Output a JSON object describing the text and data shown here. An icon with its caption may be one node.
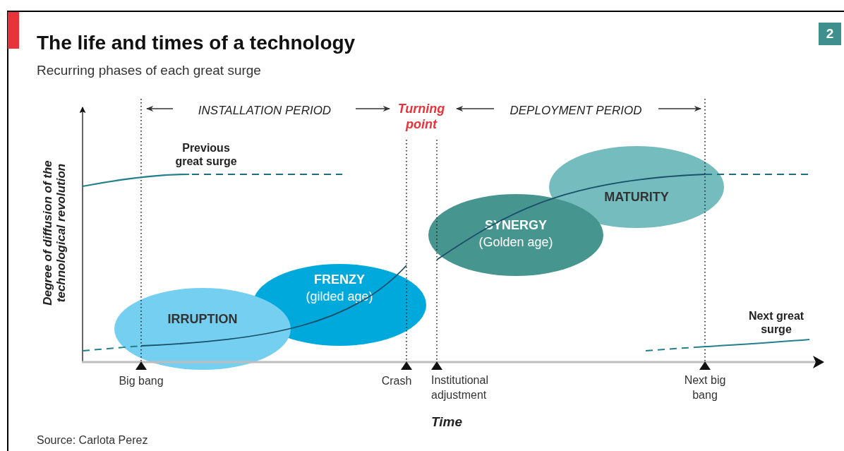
{
  "diagram": {
    "title": "The life and times of a technology",
    "nodes": [
      {
        "text": [
          "IRRUPTION"
        ]
      },
      {
        "text": [
          "FRENZY",
          "(gilded age)"
        ]
      },
      {
        "text": [
          "SYNERGY",
          "(Golden age)"
        ]
      },
      {
        "text": [
          "MATURITY"
        ]
      }
    ],
    "labels": [
      "Recurring phases of each great surge",
      "2",
      "INSTALLATION PERIOD",
      "Turning point",
      "DEPLOYMENT PERIOD",
      "Degree of diffusion of the technological revolution",
      "Previous great surge",
      "Next great surge",
      "Big bang",
      "Crash",
      "Institutional adjustment",
      "Next big bang",
      "Time",
      "Source: Carlota Perez"
    ]
  }
}
